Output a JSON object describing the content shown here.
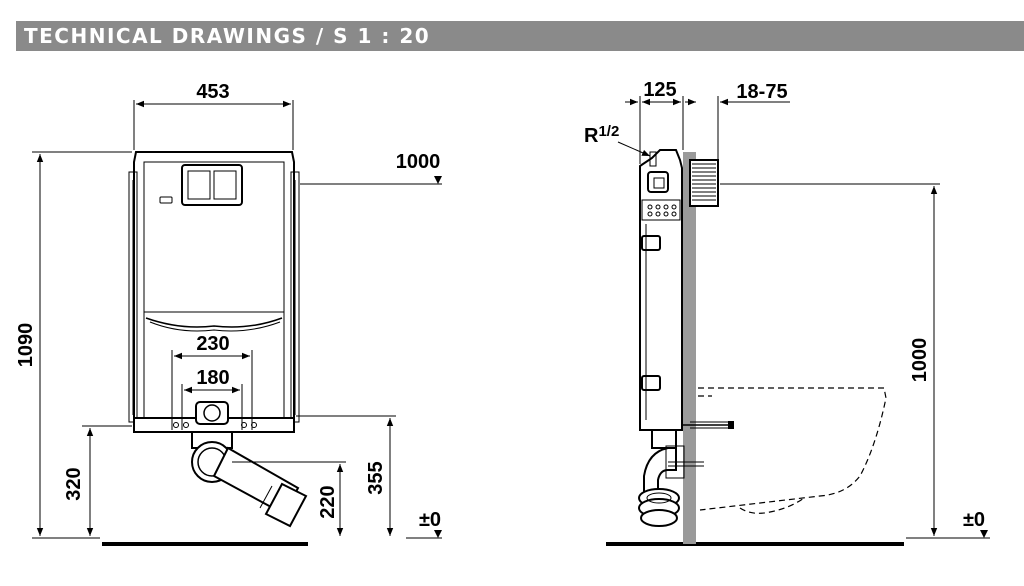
{
  "header": {
    "title": "TECHNICAL DRAWINGS / S 1 : 20"
  },
  "front_view": {
    "dim_width": "453",
    "dim_height_total": "1090",
    "dim_level_right": "1000",
    "dim_inner_wide": "230",
    "dim_inner_narrow": "180",
    "dim_left_low": "320",
    "dim_outlet_height": "220",
    "dim_right_low": "355",
    "dim_floor": "±0"
  },
  "side_view": {
    "dim_depth": "125",
    "dim_wall": "18-75",
    "dim_thread": "R",
    "dim_thread_fraction": "1/2",
    "dim_height": "1000",
    "dim_floor": "±0"
  }
}
